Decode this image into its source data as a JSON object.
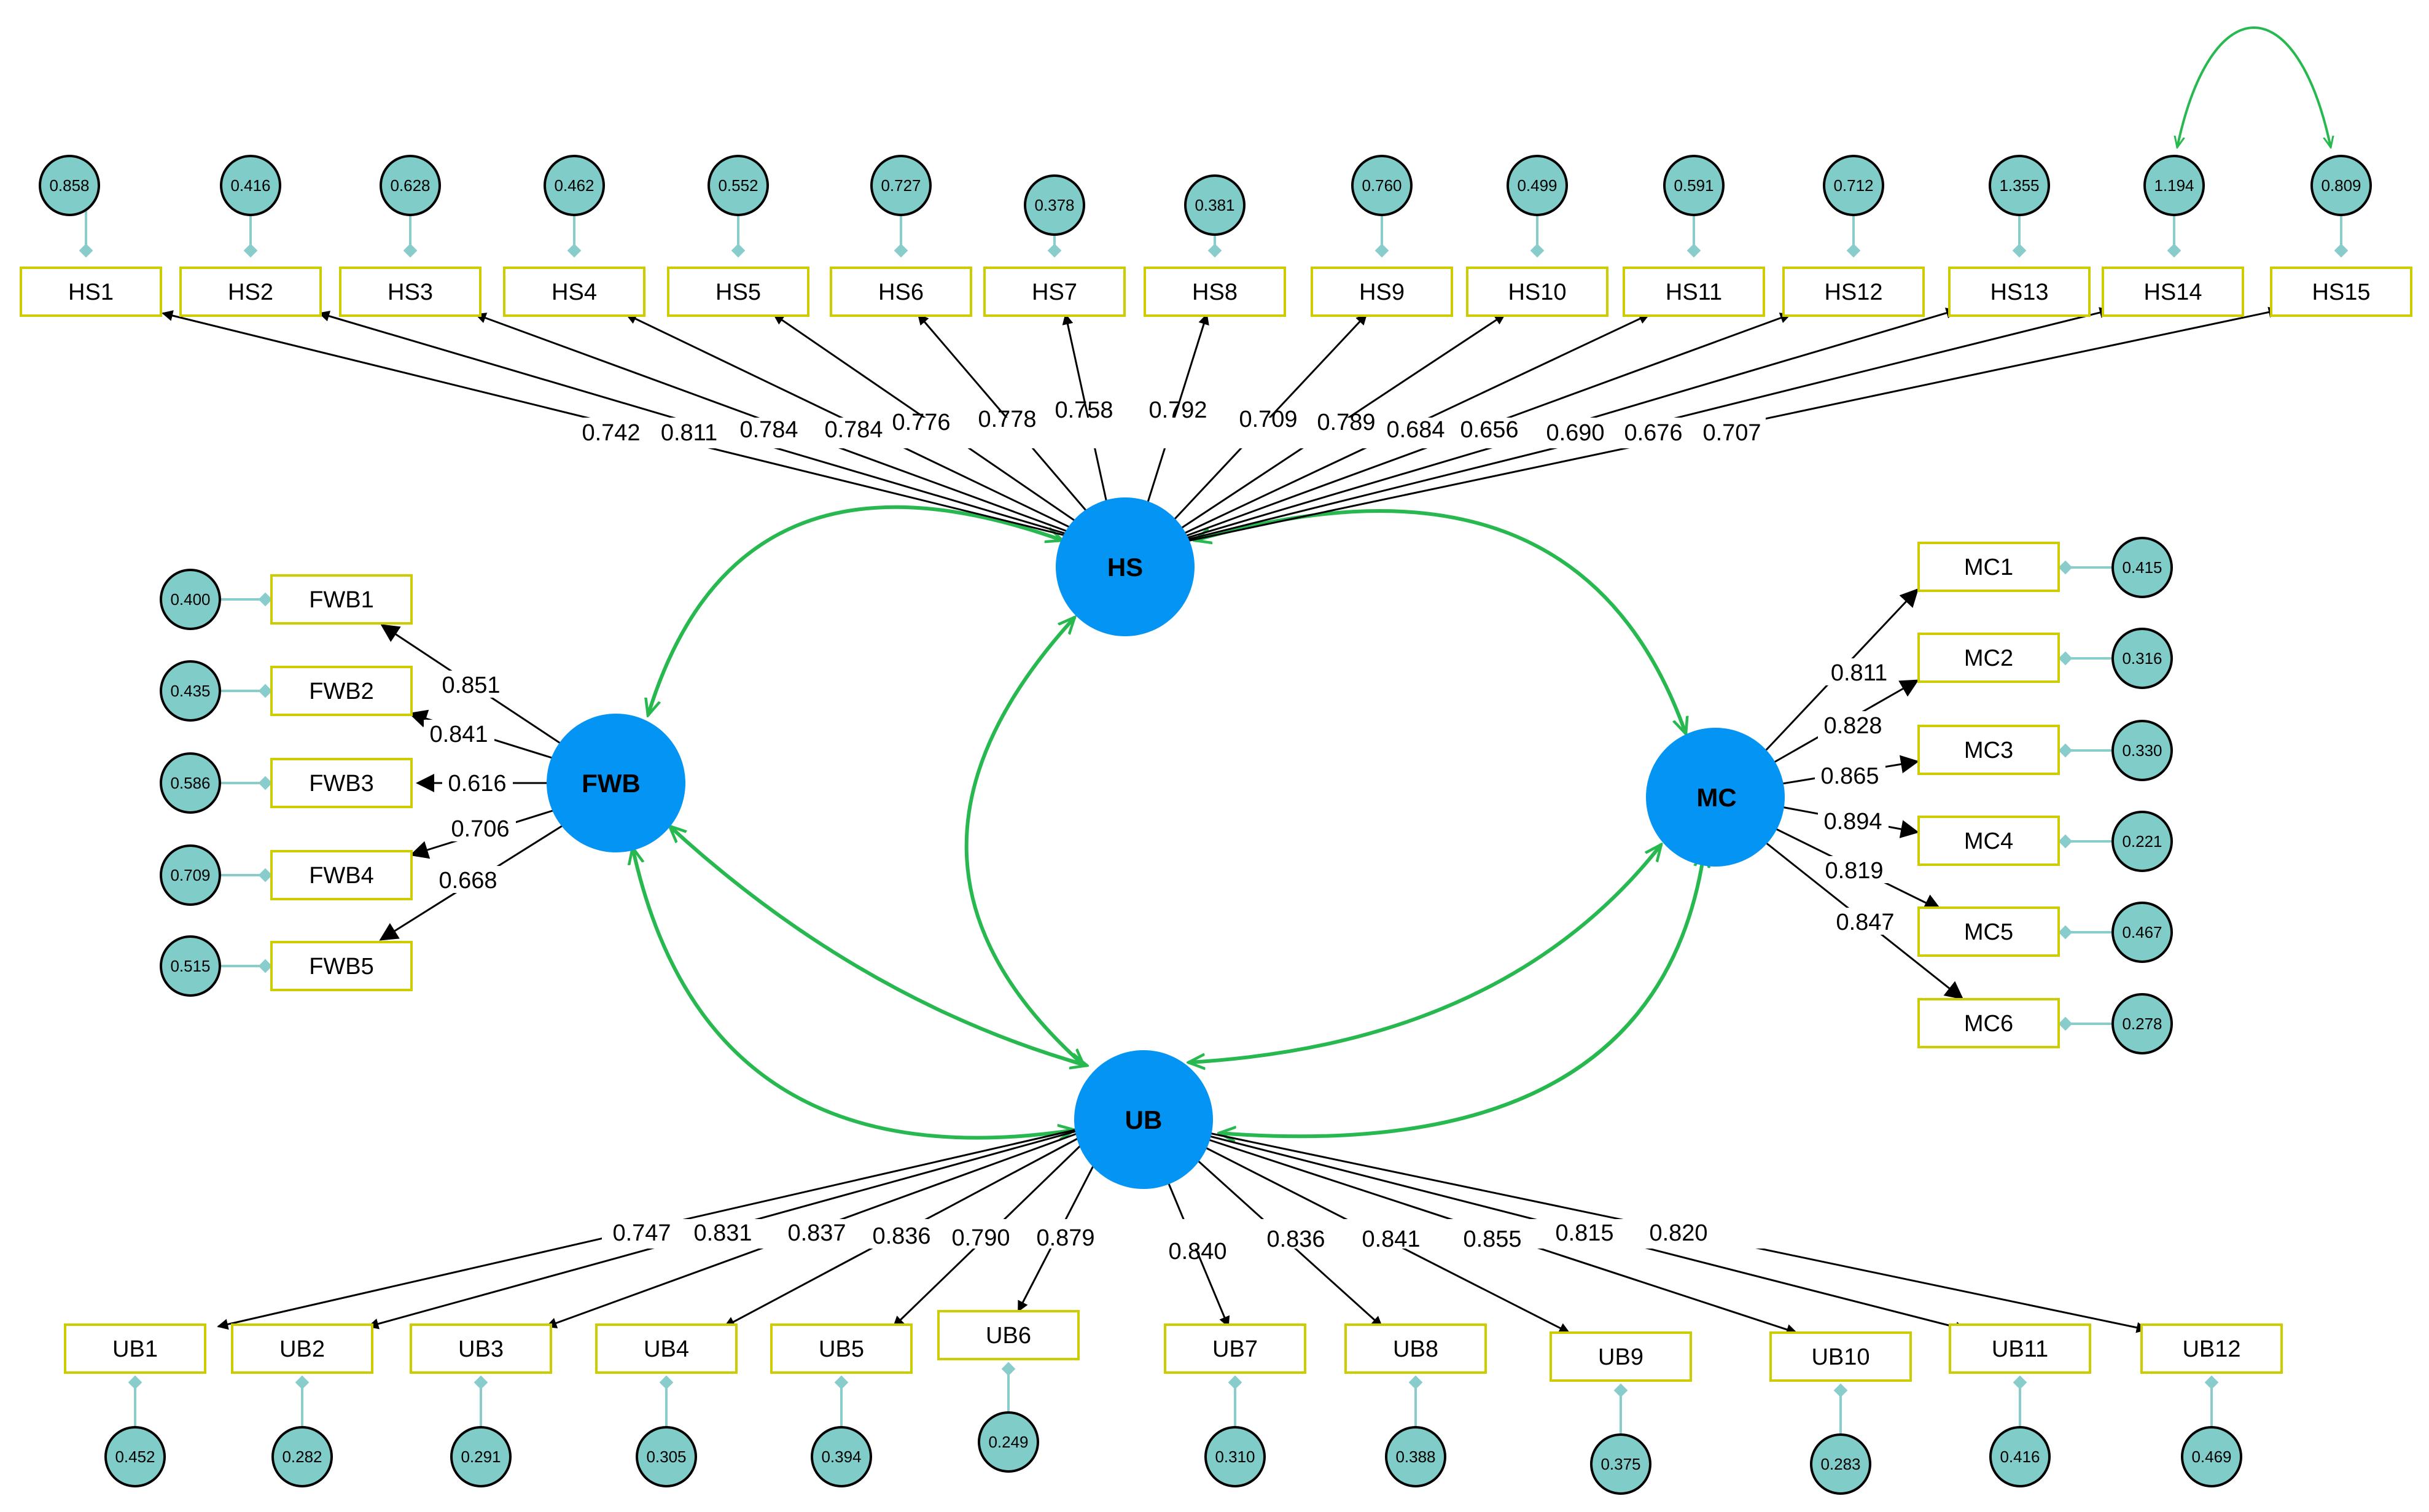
{
  "latents": [
    {
      "id": "HS",
      "label": "HS"
    },
    {
      "id": "FWB",
      "label": "FWB"
    },
    {
      "id": "MC",
      "label": "MC"
    },
    {
      "id": "UB",
      "label": "UB"
    }
  ],
  "indicators": {
    "HS": [
      {
        "label": "HS1",
        "loading": "0.742",
        "error": "0.858"
      },
      {
        "label": "HS2",
        "loading": "0.811",
        "error": "0.416"
      },
      {
        "label": "HS3",
        "loading": "0.784",
        "error": "0.628"
      },
      {
        "label": "HS4",
        "loading": "0.784",
        "error": "0.462"
      },
      {
        "label": "HS5",
        "loading": "0.776",
        "error": "0.552"
      },
      {
        "label": "HS6",
        "loading": "0.778",
        "error": "0.727"
      },
      {
        "label": "HS7",
        "loading": "0.758",
        "error": "0.378"
      },
      {
        "label": "HS8",
        "loading": "0.792",
        "error": "0.381"
      },
      {
        "label": "HS9",
        "loading": "0.709",
        "error": "0.760"
      },
      {
        "label": "HS10",
        "loading": "0.789",
        "error": "0.499"
      },
      {
        "label": "HS11",
        "loading": "0.684",
        "error": "0.591"
      },
      {
        "label": "HS12",
        "loading": "0.656",
        "error": "0.712"
      },
      {
        "label": "HS13",
        "loading": "0.690",
        "error": "1.355"
      },
      {
        "label": "HS14",
        "loading": "0.676",
        "error": "1.194"
      },
      {
        "label": "HS15",
        "loading": "0.707",
        "error": "0.809"
      }
    ],
    "FWB": [
      {
        "label": "FWB1",
        "loading": "0.851",
        "error": "0.400"
      },
      {
        "label": "FWB2",
        "loading": "0.841",
        "error": "0.435"
      },
      {
        "label": "FWB3",
        "loading": "0.616",
        "error": "0.586"
      },
      {
        "label": "FWB4",
        "loading": "0.706",
        "error": "0.709"
      },
      {
        "label": "FWB5",
        "loading": "0.668",
        "error": "0.515"
      }
    ],
    "MC": [
      {
        "label": "MC1",
        "loading": "0.811",
        "error": "0.415"
      },
      {
        "label": "MC2",
        "loading": "0.828",
        "error": "0.316"
      },
      {
        "label": "MC3",
        "loading": "0.865",
        "error": "0.330"
      },
      {
        "label": "MC4",
        "loading": "0.894",
        "error": "0.221"
      },
      {
        "label": "MC5",
        "loading": "0.819",
        "error": "0.467"
      },
      {
        "label": "MC6",
        "loading": "0.847",
        "error": "0.278"
      }
    ],
    "UB": [
      {
        "label": "UB1",
        "loading": "0.747",
        "error": "0.452"
      },
      {
        "label": "UB2",
        "loading": "0.831",
        "error": "0.282"
      },
      {
        "label": "UB3",
        "loading": "0.837",
        "error": "0.291"
      },
      {
        "label": "UB4",
        "loading": "0.836",
        "error": "0.305"
      },
      {
        "label": "UB5",
        "loading": "0.790",
        "error": "0.394"
      },
      {
        "label": "UB6",
        "loading": "0.879",
        "error": "0.249"
      },
      {
        "label": "UB7",
        "loading": "0.840",
        "error": "0.310"
      },
      {
        "label": "UB8",
        "loading": "0.836",
        "error": "0.388"
      },
      {
        "label": "UB9",
        "loading": "0.841",
        "error": "0.375"
      },
      {
        "label": "UB10",
        "loading": "0.855",
        "error": "0.283"
      },
      {
        "label": "UB11",
        "loading": "0.815",
        "error": "0.416"
      },
      {
        "label": "UB12",
        "loading": "0.820",
        "error": "0.469"
      }
    ]
  },
  "colors": {
    "latent_fill": "#0394f4",
    "indicator_border": "#cccc00",
    "error_fill": "#7fccc8",
    "error_link": "#88cccc",
    "loading_arrow": "#000000",
    "covariance_arc": "#28b850"
  }
}
